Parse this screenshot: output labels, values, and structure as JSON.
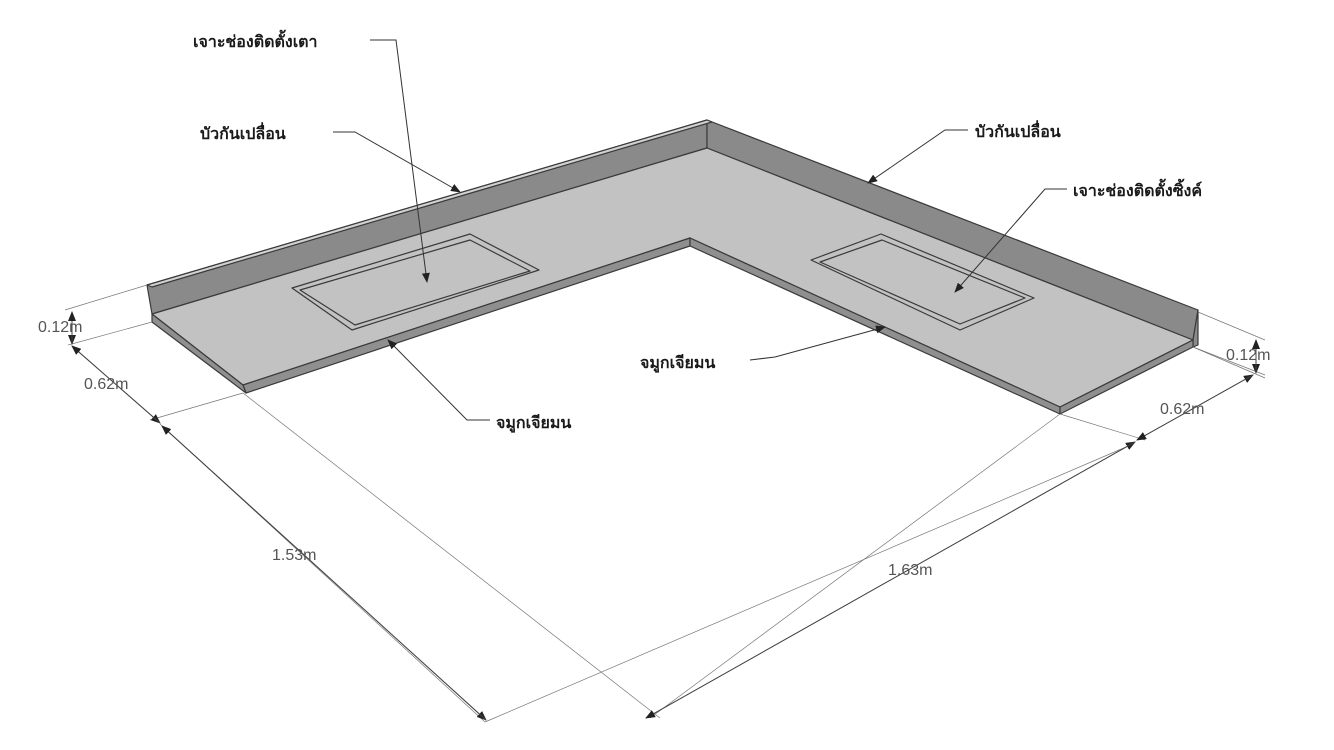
{
  "colors": {
    "countertop_top": "#c2c2c2",
    "backsplash_face": "#8a8a8a",
    "backsplash_top": "#d2d2d2",
    "front_edge": "#8f8f8f",
    "line": "#333333"
  },
  "labels": {
    "stove_cutout": "เจาะช่องติดตั้งเตา",
    "backsplash_left": "บัวกันเปลื่อน",
    "backsplash_right": "บัวกันเปลื่อน",
    "sink_cutout": "เจาะช่องติดตั้งซิ้งค์",
    "bullnose_center": "จมูกเจียมน",
    "bullnose_left": "จมูกเจียมน"
  },
  "dimensions": {
    "height_left": "0.12m",
    "height_right": "0.12m",
    "depth_left": "0.62m",
    "depth_right": "0.62m",
    "length_left": "1.53m",
    "length_right": "1.63m"
  }
}
